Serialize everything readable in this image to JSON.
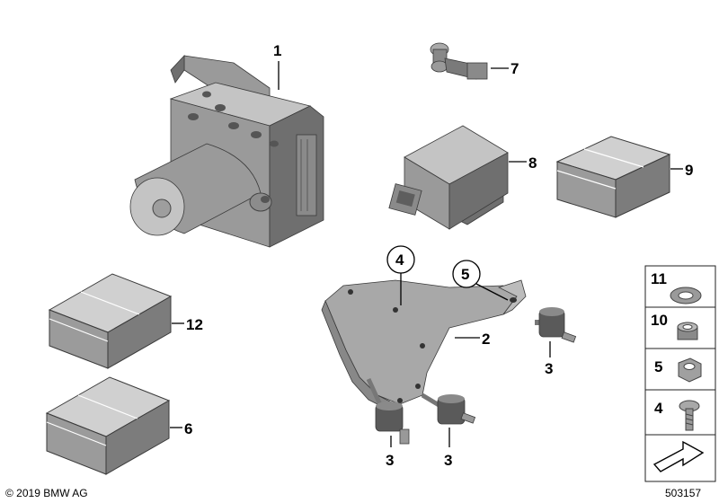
{
  "callouts": {
    "c1": "1",
    "c2": "2",
    "c3a": "3",
    "c3b": "3",
    "c3c": "3",
    "c4": "4",
    "c5": "5",
    "c6": "6",
    "c7": "7",
    "c8": "8",
    "c9": "9",
    "c12": "12"
  },
  "legend": {
    "items": [
      {
        "number": "11",
        "icon": "washer-icon"
      },
      {
        "number": "10",
        "icon": "bushing-icon"
      },
      {
        "number": "5",
        "icon": "hex-nut-icon"
      },
      {
        "number": "4",
        "icon": "torx-bolt-icon"
      }
    ],
    "bottom_icon": "arrow-icon"
  },
  "footer": {
    "copyright": "© 2019 BMW AG",
    "diagram_id": "503157"
  },
  "colors": {
    "part_dark": "#6f6f6f",
    "part_mid": "#9a9a9a",
    "part_light": "#c4c4c4",
    "line": "#000000"
  }
}
